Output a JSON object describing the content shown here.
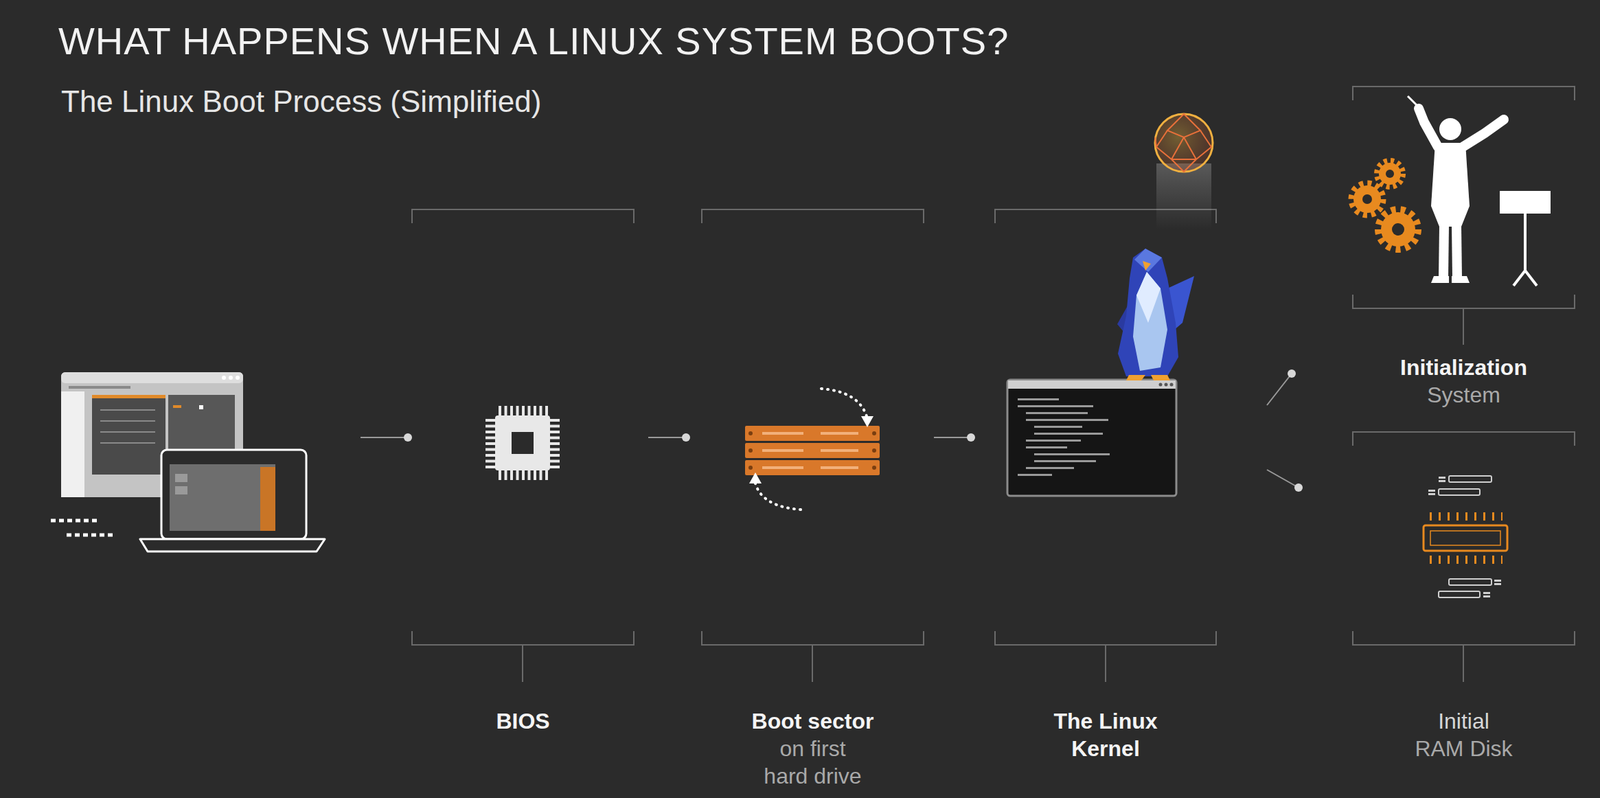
{
  "diagram": {
    "title": "WHAT HAPPENS WHEN A LINUX SYSTEM BOOTS?",
    "nodes": [
      {
        "text": [
          "BIOS"
        ]
      },
      {
        "text": [
          "Boot sector",
          "on first hard drive"
        ]
      },
      {
        "text": [
          "The Linux Kernel"
        ]
      },
      {
        "text": [
          "Initialization",
          "System"
        ]
      },
      {
        "text": [
          "Initial",
          "RAM Disk"
        ]
      }
    ],
    "edges": [
      {
        "from": 0,
        "to": 1,
        "arrow": "none"
      },
      {
        "from": 1,
        "to": 2,
        "arrow": "none"
      },
      {
        "from": 2,
        "to": 3,
        "arrow": "none"
      },
      {
        "from": 2,
        "to": 4,
        "arrow": "none"
      }
    ],
    "labels": [
      "The Linux Boot Process (Simplified)"
    ]
  }
}
